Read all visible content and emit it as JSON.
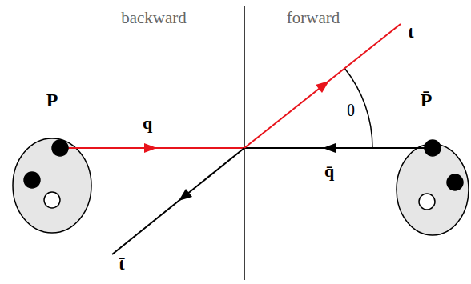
{
  "diagram": {
    "nodes": [
      {
        "text": [
          "P"
        ]
      },
      {
        "text": [
          "P̄"
        ]
      }
    ],
    "labels": [
      "backward",
      "forward",
      "q",
      "q̄",
      "t",
      "t̄",
      "θ"
    ]
  }
}
